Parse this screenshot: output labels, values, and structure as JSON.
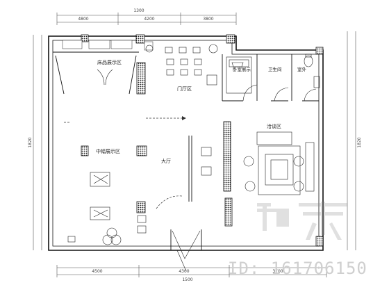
{
  "labels": {
    "room_display_top": "床品展示区",
    "room_lobby": "门厅区",
    "room_bedroom": "卧室展示",
    "room_toilet": "卫生间",
    "room_outdoor": "室外",
    "room_display_mid": "中幅展示区",
    "room_hall": "大厅",
    "room_lounge": "洽谈区"
  },
  "dimensions": {
    "top": "1300",
    "bottom": "1500",
    "left": "1820",
    "right": "1820",
    "top_seg1": "4800",
    "top_seg2": "4200",
    "top_seg3": "3800",
    "bottom_seg1": "4500",
    "bottom_seg2": "4300",
    "bottom_seg3": "3700"
  },
  "watermark": {
    "logo_text": "知末",
    "id_text": "ID: 161706150"
  }
}
